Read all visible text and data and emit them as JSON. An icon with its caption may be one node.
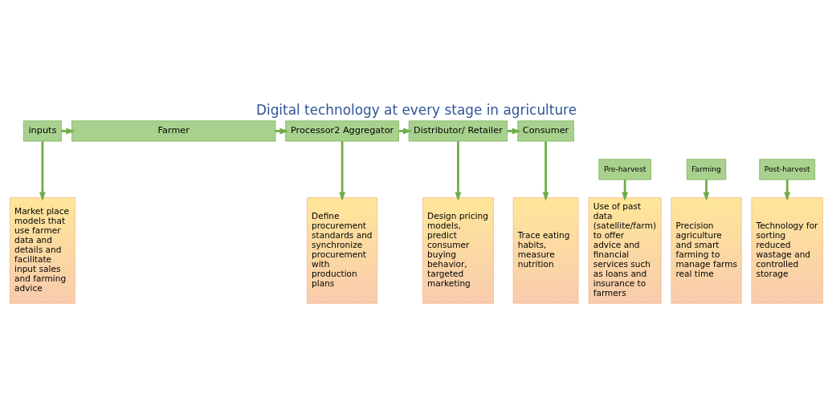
{
  "diagram": {
    "title": "Digital technology at every stage in agriculture",
    "nodes": [
      {
        "text": [
          "inputs"
        ]
      },
      {
        "text": [
          "Farmer"
        ]
      },
      {
        "text": [
          "Pre-harvest"
        ]
      },
      {
        "text": [
          "Farming"
        ]
      },
      {
        "text": [
          "Post-harvest"
        ]
      },
      {
        "text": [
          "Processor2 Aggregator"
        ]
      },
      {
        "text": [
          "Distributor/ Retailer"
        ]
      },
      {
        "text": [
          "Consumer"
        ]
      },
      {
        "text": [
          "Market place models that use farmer data and details and facilitate input sales and farming advice"
        ]
      },
      {
        "text": [
          "Use of past data (satellite/farm) to offer advice and financial services such as loans and insurance to farmers"
        ]
      },
      {
        "text": [
          "Precision agriculture and smart farming to manage farms real time"
        ]
      },
      {
        "text": [
          "Technology for sorting reduced wastage and controlled storage"
        ]
      },
      {
        "text": [
          "Define procurement standards and synchronize procurement with production plans"
        ]
      },
      {
        "text": [
          "Design pricing models, predict consumer buying behavior, targeted marketing"
        ]
      },
      {
        "text": [
          "Trace eating habits, measure nutrition"
        ]
      }
    ],
    "edges": [
      {
        "from": 0,
        "to": 1,
        "arrow": "to"
      },
      {
        "from": 1,
        "to": 5,
        "arrow": "to"
      },
      {
        "from": 5,
        "to": 6,
        "arrow": "to"
      },
      {
        "from": 6,
        "to": 7,
        "arrow": "to"
      },
      {
        "from": 0,
        "to": 8,
        "arrow": "to"
      },
      {
        "from": 2,
        "to": 9,
        "arrow": "to"
      },
      {
        "from": 3,
        "to": 10,
        "arrow": "to"
      },
      {
        "from": 4,
        "to": 11,
        "arrow": "to"
      },
      {
        "from": 5,
        "to": 12,
        "arrow": "to"
      },
      {
        "from": 6,
        "to": 13,
        "arrow": "to"
      },
      {
        "from": 7,
        "to": 14,
        "arrow": "to"
      }
    ]
  }
}
